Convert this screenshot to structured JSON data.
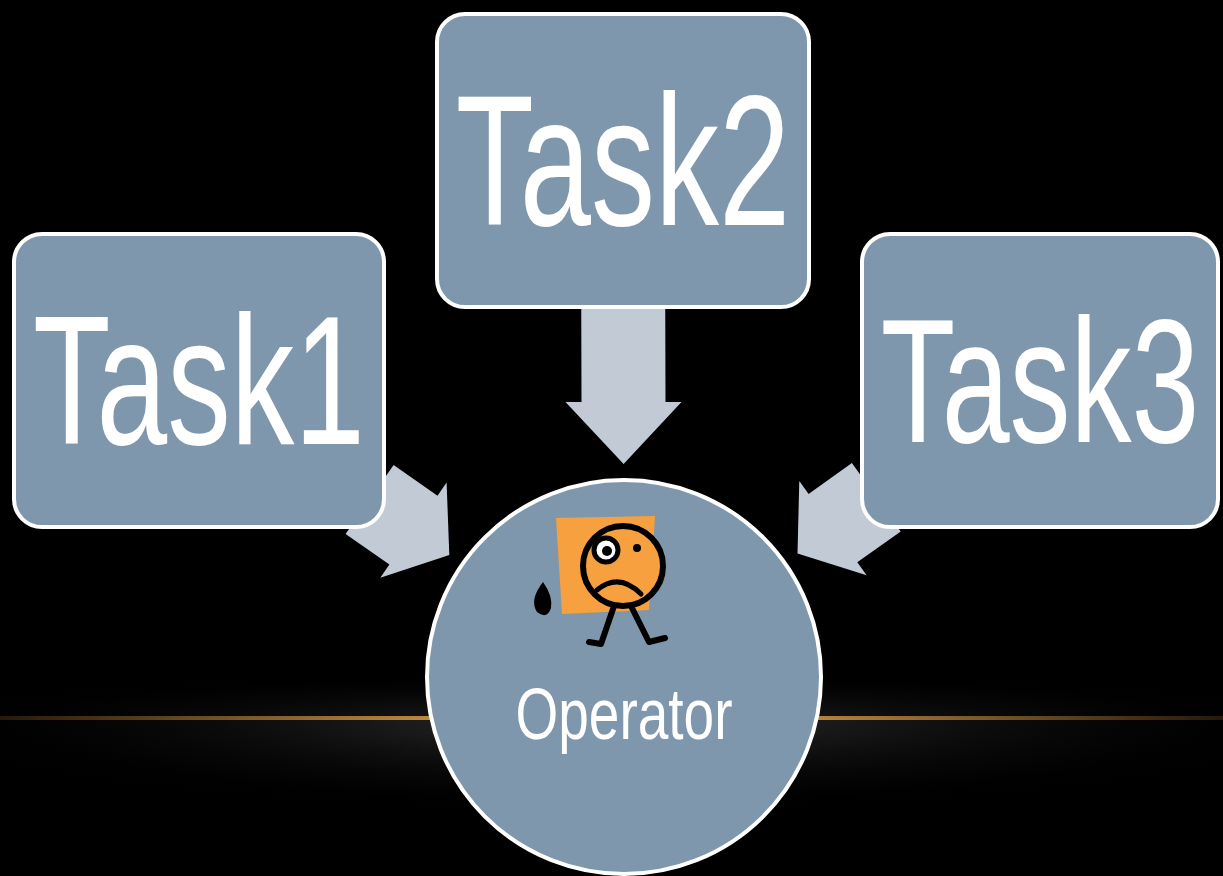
{
  "diagram": {
    "nodes": [
      {
        "text": [
          "Task1"
        ]
      },
      {
        "text": [
          "Task2"
        ]
      },
      {
        "text": [
          "Task3"
        ]
      },
      {
        "text": [
          "Operator"
        ]
      }
    ],
    "edges": [
      {
        "from": 0,
        "to": 3,
        "arrow": "to"
      },
      {
        "from": 1,
        "to": 3,
        "arrow": "to"
      },
      {
        "from": 2,
        "to": 3,
        "arrow": "to"
      }
    ]
  }
}
